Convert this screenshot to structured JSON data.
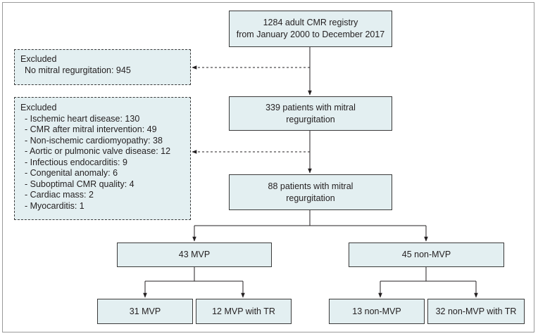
{
  "boxes": {
    "registry": {
      "line1": "1284 adult CMR registry",
      "line2": "from January 2000 to December 2017"
    },
    "step2": {
      "line1": "339 patients with mitral",
      "line2": "regurgitation"
    },
    "step3": {
      "line1": "88 patients with mitral",
      "line2": "regurgitation"
    },
    "mvp": "43 MVP",
    "non_mvp": "45 non-MVP",
    "mvp_only": "31 MVP",
    "mvp_tr": "12 MVP with TR",
    "non_mvp_only": "13 non-MVP",
    "non_mvp_tr": "32 non-MVP with TR"
  },
  "exclusion1": {
    "title": "Excluded",
    "items": [
      "No mitral regurgitation: 945"
    ]
  },
  "exclusion2": {
    "title": "Excluded",
    "items": [
      "- Ischemic heart disease: 130",
      "- CMR after mitral intervention: 49",
      "- Non-ischemic cardiomyopathy: 38",
      "- Aortic or pulmonic valve disease: 12",
      "- Infectious endocarditis: 9",
      "- Congenital anomaly: 6",
      "- Suboptimal CMR quality: 4",
      "- Cardiac mass: 2",
      "- Myocarditis: 1"
    ]
  }
}
